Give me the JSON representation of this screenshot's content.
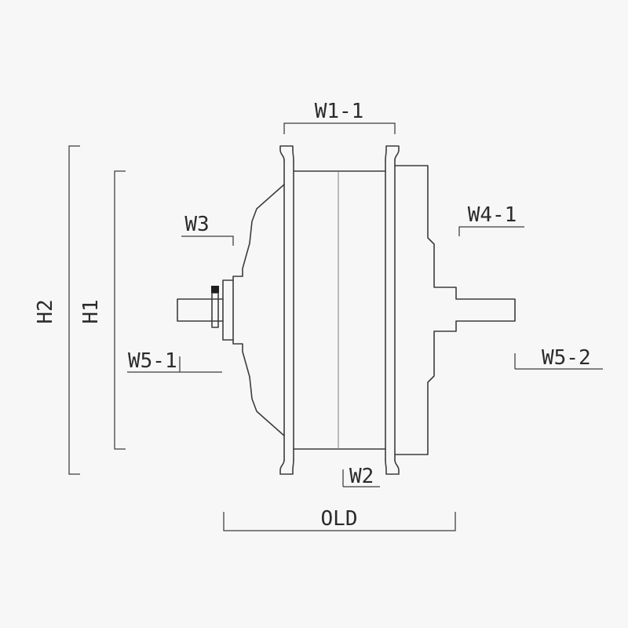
{
  "colors": {
    "background": "#f7f7f7",
    "line": "#3d3d3d",
    "text": "#2b2b2b"
  },
  "drawing": {
    "labels": {
      "w1_1": "W1-1",
      "h2": "H2",
      "h1": "H1",
      "w3": "W3",
      "w4_1": "W4-1",
      "w5_1": "W5-1",
      "w5_2": "W5-2",
      "w2": "W2",
      "old": "OLD"
    }
  }
}
